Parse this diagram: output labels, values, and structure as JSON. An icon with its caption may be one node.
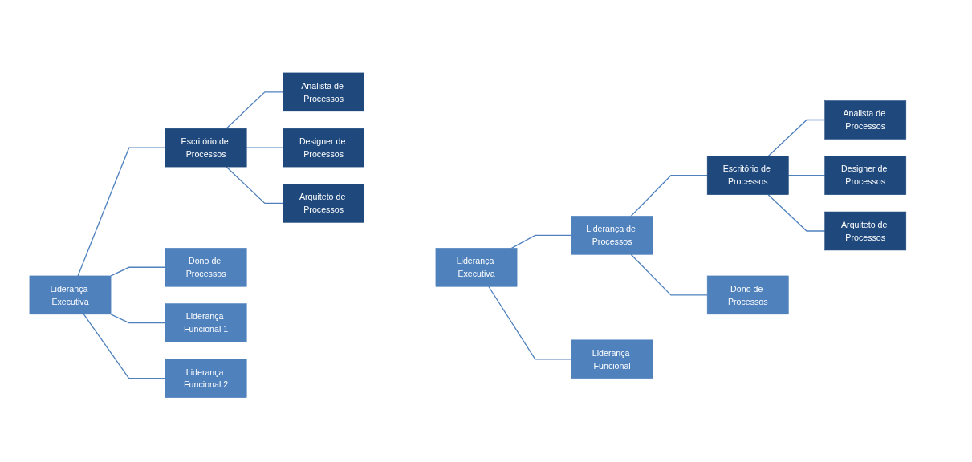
{
  "diagram": {
    "nodes": [
      {
        "text": [
          "Liderança Executiva"
        ]
      },
      {
        "text": [
          "Escritório de Processos"
        ]
      },
      {
        "text": [
          "Analista de Processos"
        ]
      },
      {
        "text": [
          "Designer de Processos"
        ]
      },
      {
        "text": [
          "Arquiteto de Processos"
        ]
      },
      {
        "text": [
          "Dono de Processos"
        ]
      },
      {
        "text": [
          "Liderança Funcional 1"
        ]
      },
      {
        "text": [
          "Liderança Funcional 2"
        ]
      },
      {
        "text": [
          "Liderança Executiva"
        ]
      },
      {
        "text": [
          "Liderança de Processos"
        ]
      },
      {
        "text": [
          "Liderança Funcional"
        ]
      },
      {
        "text": [
          "Dono de Processos"
        ]
      },
      {
        "text": [
          "Escritório de Processos"
        ]
      },
      {
        "text": [
          "Analista de Processos"
        ]
      },
      {
        "text": [
          "Designer de Processos"
        ]
      },
      {
        "text": [
          "Arquiteto de Processos"
        ]
      }
    ],
    "edges": [
      {
        "from": 0,
        "to": 1,
        "arrow": "none"
      },
      {
        "from": 0,
        "to": 5,
        "arrow": "none"
      },
      {
        "from": 0,
        "to": 6,
        "arrow": "none"
      },
      {
        "from": 0,
        "to": 7,
        "arrow": "none"
      },
      {
        "from": 1,
        "to": 2,
        "arrow": "none"
      },
      {
        "from": 1,
        "to": 3,
        "arrow": "none"
      },
      {
        "from": 1,
        "to": 4,
        "arrow": "none"
      },
      {
        "from": 8,
        "to": 9,
        "arrow": "none"
      },
      {
        "from": 8,
        "to": 10,
        "arrow": "none"
      },
      {
        "from": 9,
        "to": 11,
        "arrow": "none"
      },
      {
        "from": 9,
        "to": 12,
        "arrow": "none"
      },
      {
        "from": 12,
        "to": 13,
        "arrow": "none"
      },
      {
        "from": 12,
        "to": 14,
        "arrow": "none"
      },
      {
        "from": 12,
        "to": 15,
        "arrow": "none"
      }
    ]
  }
}
